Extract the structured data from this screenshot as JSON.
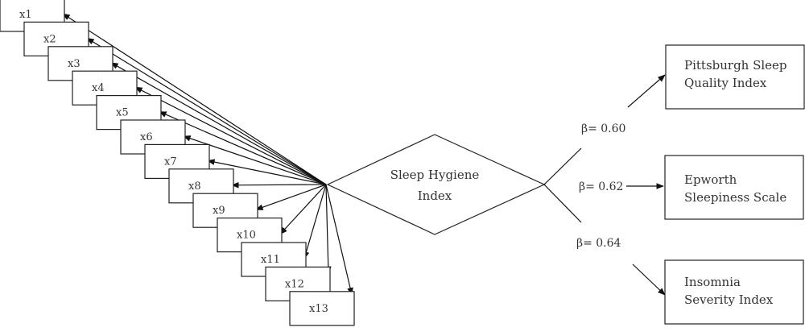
{
  "indicators": [
    "x1",
    "x2",
    "x3",
    "x4",
    "x5",
    "x6",
    "x7",
    "x8",
    "x9",
    "x10",
    "x11",
    "x12",
    "x13"
  ],
  "center": {
    "line1": "Sleep Hygiene",
    "line2": "Index"
  },
  "outcomes": [
    {
      "line1": "Pittsburgh Sleep",
      "line2": "Quality Index"
    },
    {
      "line1": "Epworth",
      "line2": "Sleepiness Scale"
    },
    {
      "line1": "Insomnia",
      "line2": "Severity Index"
    }
  ],
  "paths": [
    {
      "beta": "β= 0.60"
    },
    {
      "beta": "β= 0.62"
    },
    {
      "beta": "β= 0.64"
    }
  ]
}
